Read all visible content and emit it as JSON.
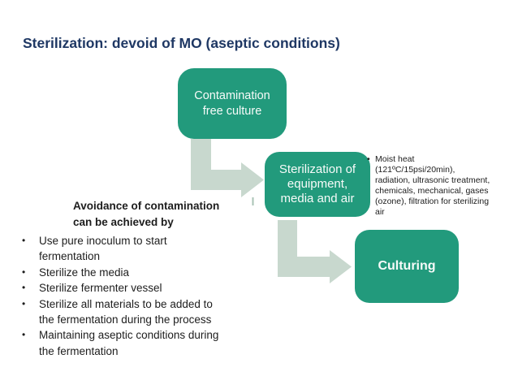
{
  "slide": {
    "title": "Sterilization: devoid of MO (aseptic conditions)"
  },
  "flowchart": {
    "boxes": [
      {
        "label": "Contamination\nfree culture"
      },
      {
        "label": "Sterilization of\nequipment,\nmedia and air"
      },
      {
        "label": "Culturing"
      }
    ],
    "note": {
      "bullet": "•",
      "text": "Moist heat\n(121ºC/15psi/20min),\nradiation, ultrasonic treatment,\nchemicals, mechanical, gases\n(ozone), filtration for sterilizing\nair"
    }
  },
  "left": {
    "heading": "Avoidance of contamination\ncan be achieved by",
    "bullet": "•",
    "items": [
      "Use pure inoculum to start\nfermentation",
      "Sterilize the media",
      "Sterilize fermenter vessel",
      "Sterilize all materials to be added to\nthe fermentation during the process",
      "Maintaining aseptic conditions during\nthe fermentation"
    ]
  },
  "colors": {
    "box_green": "#229a7c",
    "arrow_fill": "#c8d8ce",
    "tick_mark": "#a9c3b5",
    "title_navy": "#1f3864",
    "body_text": "#1d1d1d",
    "box_text": "#f7fbf9"
  }
}
